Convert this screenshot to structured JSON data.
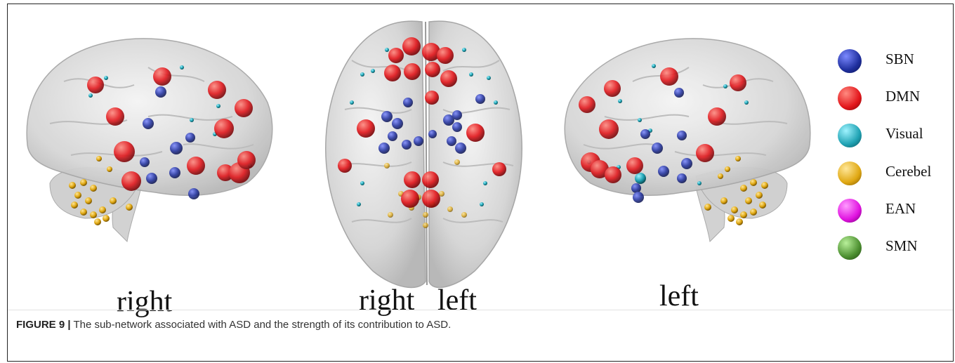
{
  "figure": {
    "legend": [
      {
        "label": "SBN",
        "color": "#1f2f9e"
      },
      {
        "label": "DMN",
        "color": "#e3161b"
      },
      {
        "label": "Visual",
        "color": "#1fa2b3"
      },
      {
        "label": "Cerebel",
        "color": "#e0a813"
      },
      {
        "label": "EAN",
        "color": "#e012e0"
      },
      {
        "label": "SMN",
        "color": "#4c8f30"
      }
    ],
    "views": {
      "right_lateral": "right",
      "dorsal_right": "right",
      "dorsal_left": "left",
      "left_lateral": "left"
    }
  },
  "caption": {
    "label": "FIGURE 9 |",
    "text": " The sub-network associated with ASD and the strength of its contribution to ASD."
  }
}
